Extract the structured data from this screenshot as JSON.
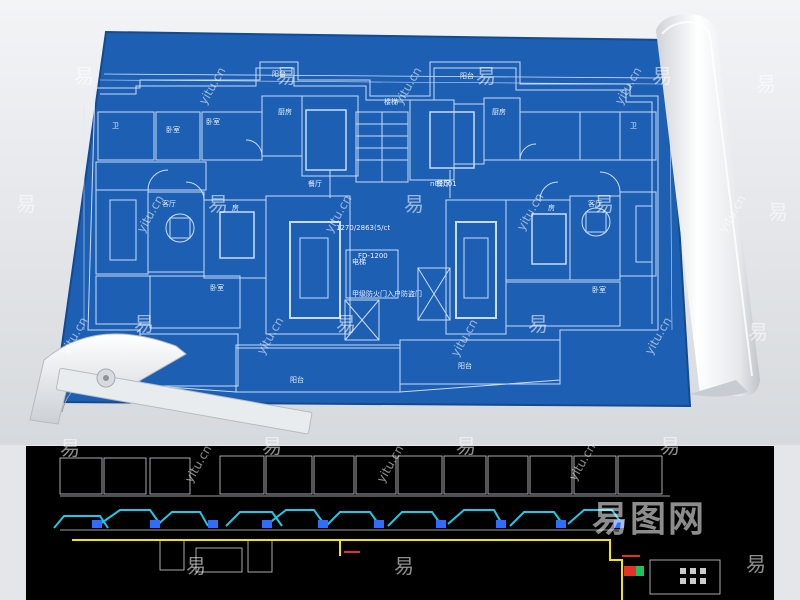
{
  "plan_labels": {
    "balcony": "阳台",
    "bedroom": "卧室",
    "kitchen": "厨房",
    "toilet": "卫",
    "living": "客厅",
    "dining": "餐厅",
    "room": "房",
    "stair": "楼梯",
    "elevator": "电梯",
    "door_code": "FD-1200",
    "unit_code": "n02001",
    "dims": "1270/2863(5/ct",
    "note": "甲级防火门入户防盗门"
  },
  "watermark": {
    "char": "易",
    "url": "yitu.cn",
    "brand": "易图网"
  },
  "colors": {
    "blueprint": "#1d5fb3",
    "cad_bg": "#000000",
    "yellow_line": "#f2e600",
    "cyan_line": "#22c7e6"
  }
}
